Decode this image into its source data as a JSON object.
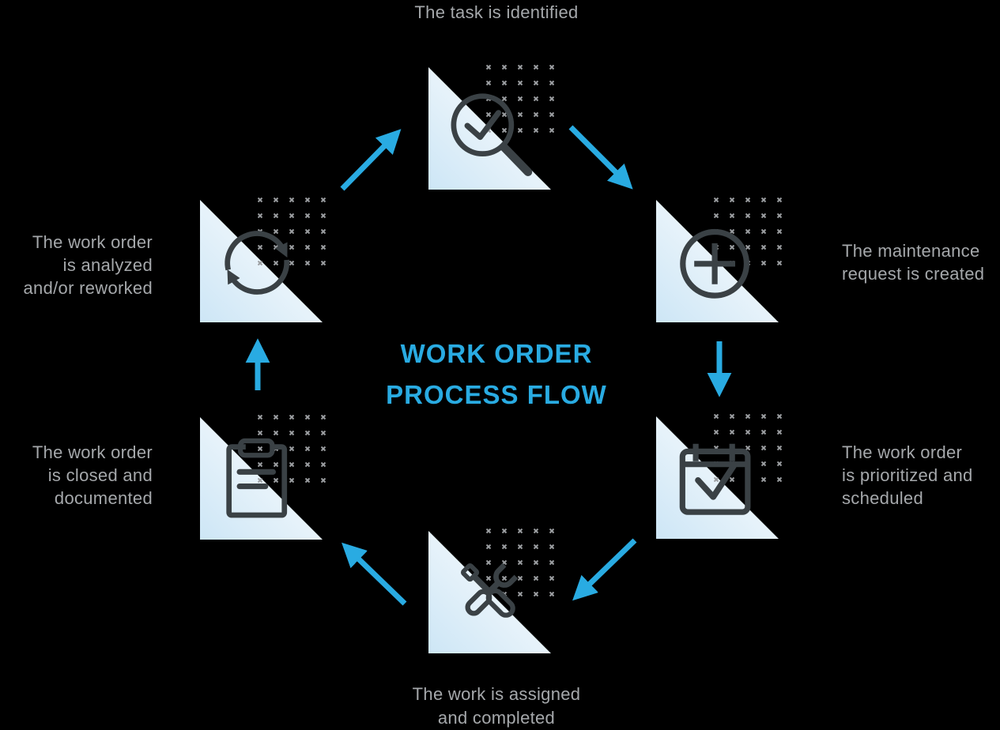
{
  "title": {
    "text": "WORK ORDER PROCESS FLOW",
    "line1": "WORK ORDER",
    "line2": "PROCESS FLOW"
  },
  "steps": {
    "identify": {
      "caption": "The task is identified",
      "icon": "magnifier-check-icon"
    },
    "create": {
      "caption": "The maintenance\nrequest is created",
      "icon": "plus-circle-icon"
    },
    "schedule": {
      "caption": "The work order\nis prioritized and\nscheduled",
      "icon": "calendar-check-icon"
    },
    "complete": {
      "caption": "The work is assigned\nand completed",
      "icon": "tools-icon"
    },
    "close": {
      "caption": "The work order\nis closed and\ndocumented",
      "icon": "clipboard-icon"
    },
    "rework": {
      "caption": "The work order\nis analyzed\nand/or reworked",
      "icon": "refresh-icon"
    }
  },
  "flow": {
    "direction": "clockwise",
    "arrow_count": 6
  },
  "colors": {
    "background": "#000000",
    "accent_blue": "#29abe2",
    "caption_gray": "#a5a8ab",
    "icon_stroke": "#3a4145",
    "dots_gray": "#9b9ea1",
    "triangle_gradient_start": "#ffffff",
    "triangle_gradient_end": "#cde6f6"
  }
}
